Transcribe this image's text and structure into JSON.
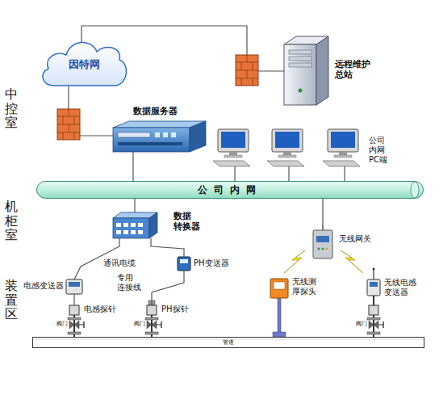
{
  "diagram": {
    "nodes": [
      {
        "text": [
          "因特网"
        ]
      },
      {
        "text": [
          "数据服务器"
        ]
      },
      {
        "text": [
          "远程维护 总站"
        ]
      },
      {
        "text": [
          "公司内网"
        ]
      },
      {
        "text": [
          "数据 转换器"
        ]
      },
      {
        "text": [
          "无线网关"
        ]
      },
      {
        "text": [
          "电感变送器"
        ]
      },
      {
        "text": [
          "PH变送器"
        ]
      },
      {
        "text": [
          "电感探针"
        ]
      },
      {
        "text": [
          "PH探针"
        ]
      },
      {
        "text": [
          "无线测 厚探头"
        ]
      },
      {
        "text": [
          "无线电感 变送器"
        ]
      },
      {
        "text": [
          "管道"
        ]
      }
    ],
    "edges": [
      {
        "from": 0,
        "to": 1,
        "arrow": "none"
      },
      {
        "from": 0,
        "to": 2,
        "arrow": "none"
      },
      {
        "from": 1,
        "to": 3,
        "arrow": "none"
      },
      {
        "from": 4,
        "to": 3,
        "arrow": "none"
      },
      {
        "from": 5,
        "to": 3,
        "arrow": "none"
      },
      {
        "from": 4,
        "to": 6,
        "arrow": "none"
      },
      {
        "from": 4,
        "to": 7,
        "arrow": "none"
      },
      {
        "from": 6,
        "to": 8,
        "arrow": "none"
      },
      {
        "from": 7,
        "to": 9,
        "arrow": "none"
      }
    ],
    "labels": [
      "中控室",
      "机柜室",
      "装置区",
      "公司 内网 PC端",
      "通讯电缆",
      "专用 连接线",
      "阀门",
      "阀门",
      "阀门"
    ]
  }
}
